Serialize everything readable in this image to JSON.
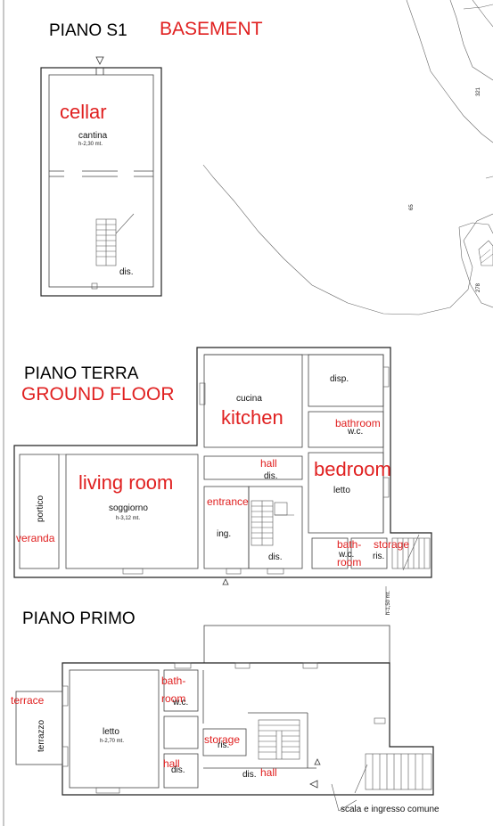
{
  "basement": {
    "title": "PIANO S1",
    "title_en": "BASEMENT",
    "cellar_en": "cellar",
    "cantina": "cantina",
    "cantina_h": "h-2,30 mt.",
    "dis": "dis."
  },
  "ground": {
    "title": "PIANO TERRA",
    "title_en": "GROUND FLOOR",
    "cucina": "cucina",
    "kitchen_en": "kitchen",
    "disp": "disp.",
    "wc": "w.c.",
    "bathroom_en": "bathroom",
    "hall_en": "hall",
    "dis_hall": "dis.",
    "bedroom_en": "bedroom",
    "letto": "letto",
    "living_en": "living room",
    "soggiorno": "soggiorno",
    "soggiorno_h": "h-3,12 mt.",
    "portico": "portico",
    "veranda_en": "veranda",
    "entrance_en": "entrance",
    "ing": "ing.",
    "dis": "dis.",
    "bath_room_en_1": "bath-",
    "bath_room_en_2": "room",
    "wc2": "w.c.",
    "storage_en": "storage",
    "ris": "ris.",
    "level_note": "h-1,50 mt."
  },
  "first": {
    "title": "PIANO PRIMO",
    "terrace_en": "terrace",
    "terrazzo": "terrazzo",
    "letto": "letto",
    "letto_h": "h-2,70 mt.",
    "bath_en_1": "bath-",
    "bath_en_2": "room",
    "wc": "w.c.",
    "storage_en": "storage",
    "ris": "ris.",
    "hall_en": "hall",
    "dis_left": "dis.",
    "dis_right": "dis.",
    "hall_right_en": "hall",
    "stair_note": "scala e ingresso comune"
  },
  "map": {
    "parcel_a": "321",
    "parcel_b": "65",
    "parcel_c": "278"
  }
}
